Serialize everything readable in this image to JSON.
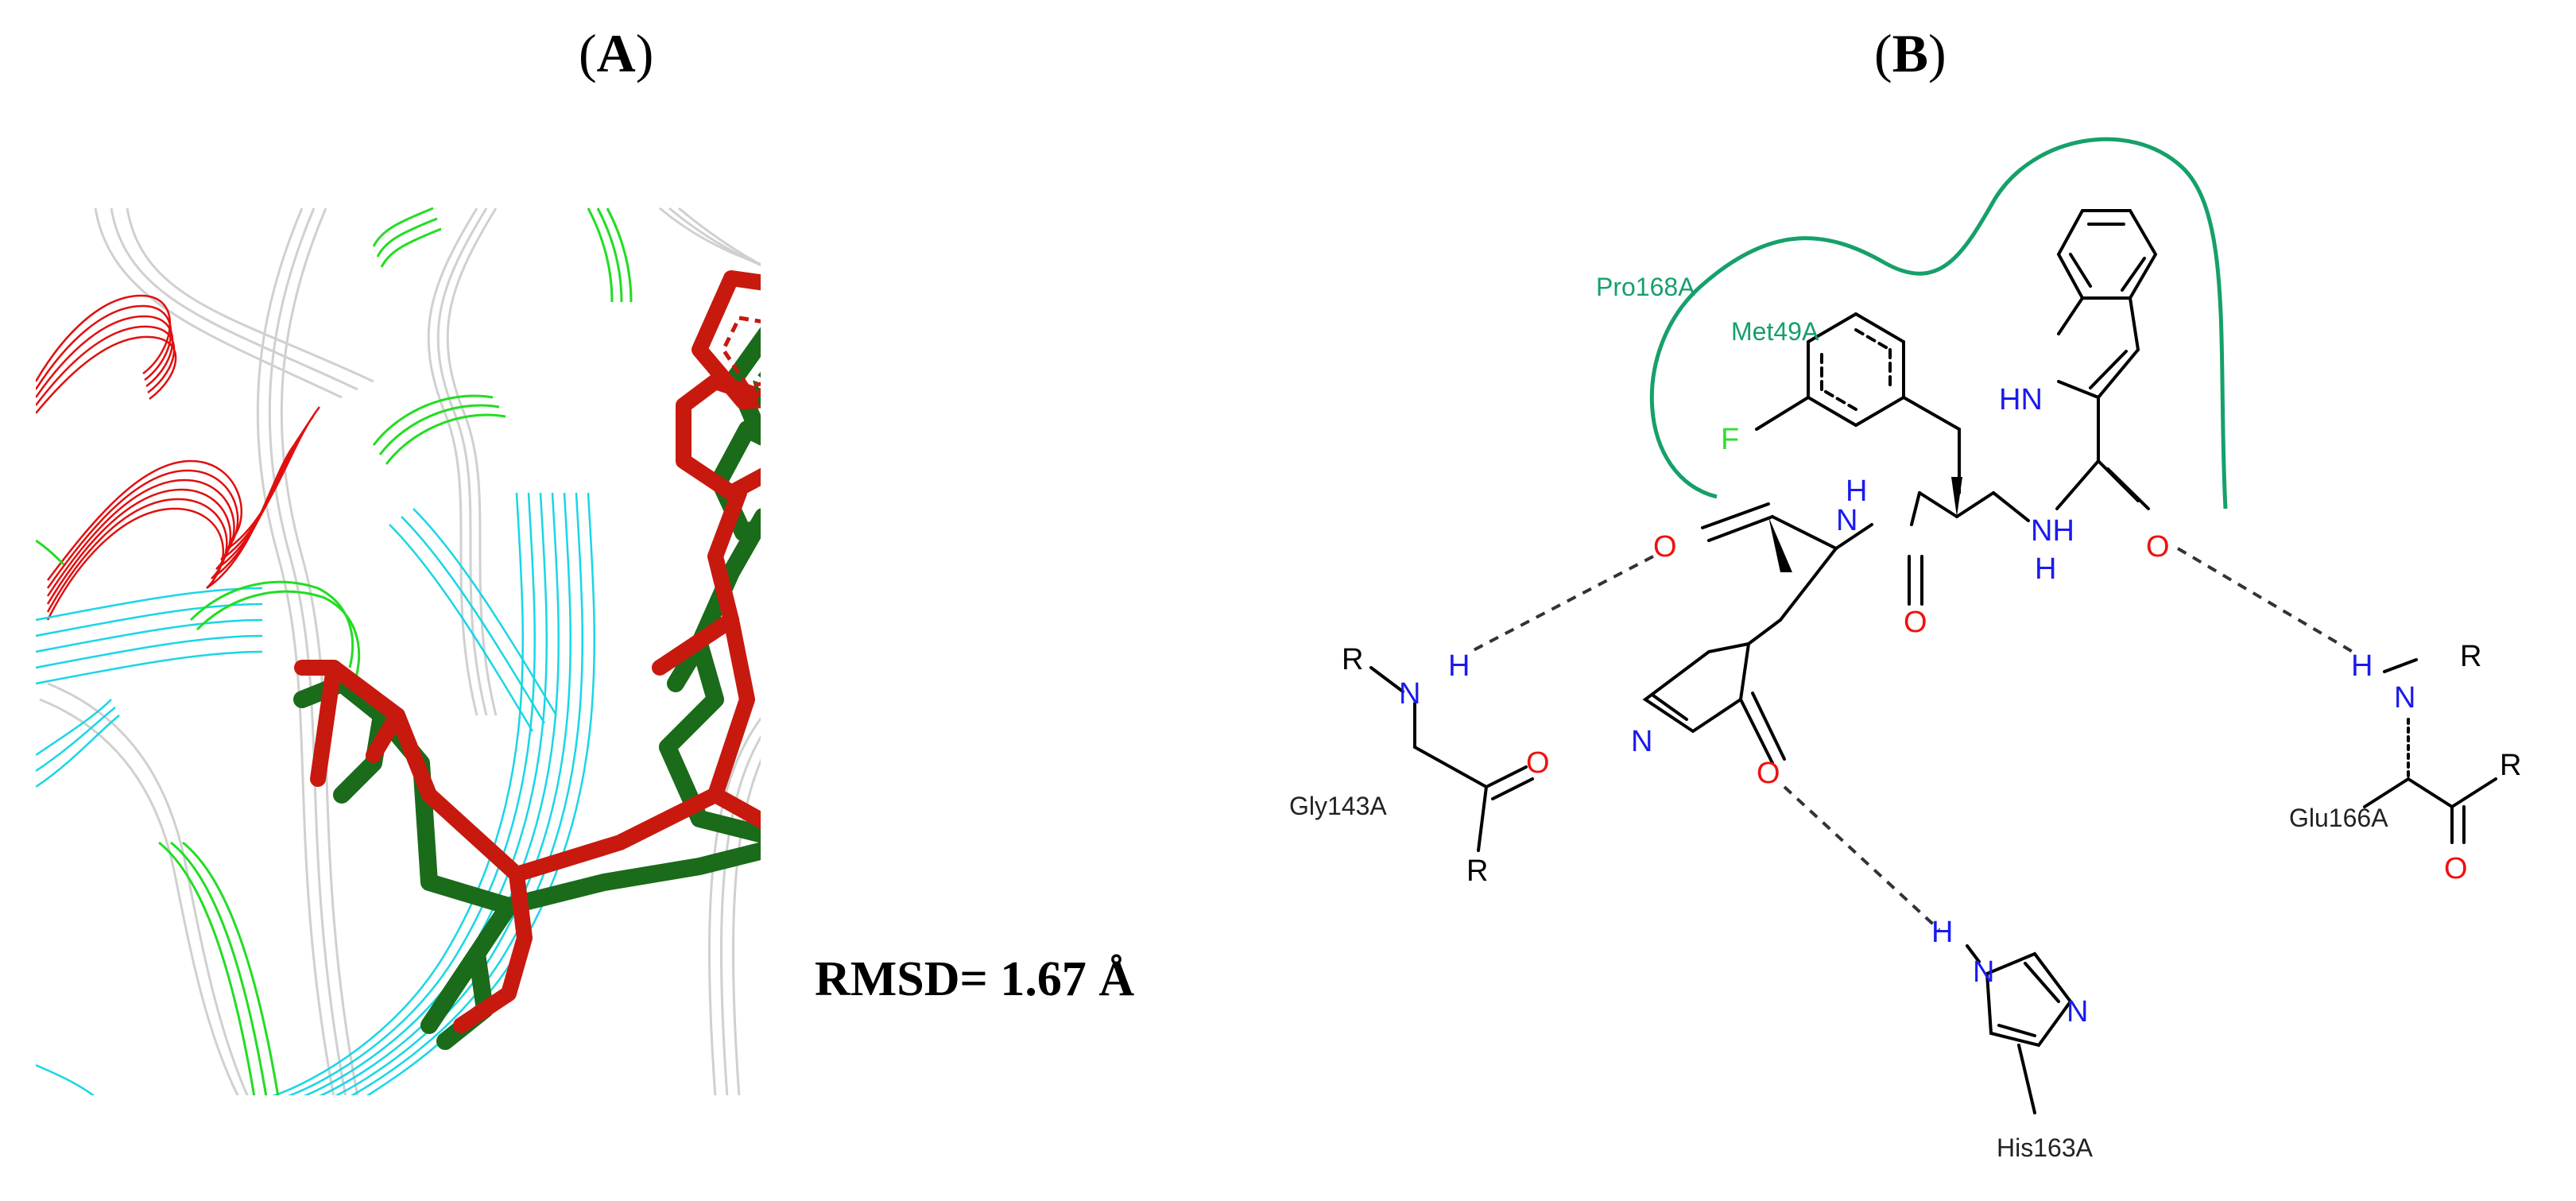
{
  "panels": {
    "a": {
      "label_open": "(",
      "label_letter": "A",
      "label_close": ")",
      "rmsd_text": "RMSD= 1.67 Å"
    },
    "b": {
      "label_open": "(",
      "label_letter": "B",
      "label_close": ")"
    }
  },
  "residues": {
    "pro168": "Pro168A",
    "met49": "Met49A",
    "gly143": "Gly143A",
    "glu166": "Glu166A",
    "his163": "His163A"
  },
  "atoms": {
    "F": "F",
    "O": "O",
    "N": "N",
    "H": "H",
    "NH": "NH",
    "HN": "HN",
    "R": "R"
  },
  "colors": {
    "native_pose": "#1a6b1a",
    "docked_pose": "#c8190f",
    "ribbon_grey": "#d0d0d0",
    "ribbon_red": "#e01010",
    "ribbon_cyan": "#19d6e6",
    "ribbon_green": "#22dd22",
    "hydrophobic_contour": "#16a06a",
    "oxygen": "#ee1111",
    "nitrogen": "#1a1aee",
    "fluorine": "#33dd33"
  }
}
